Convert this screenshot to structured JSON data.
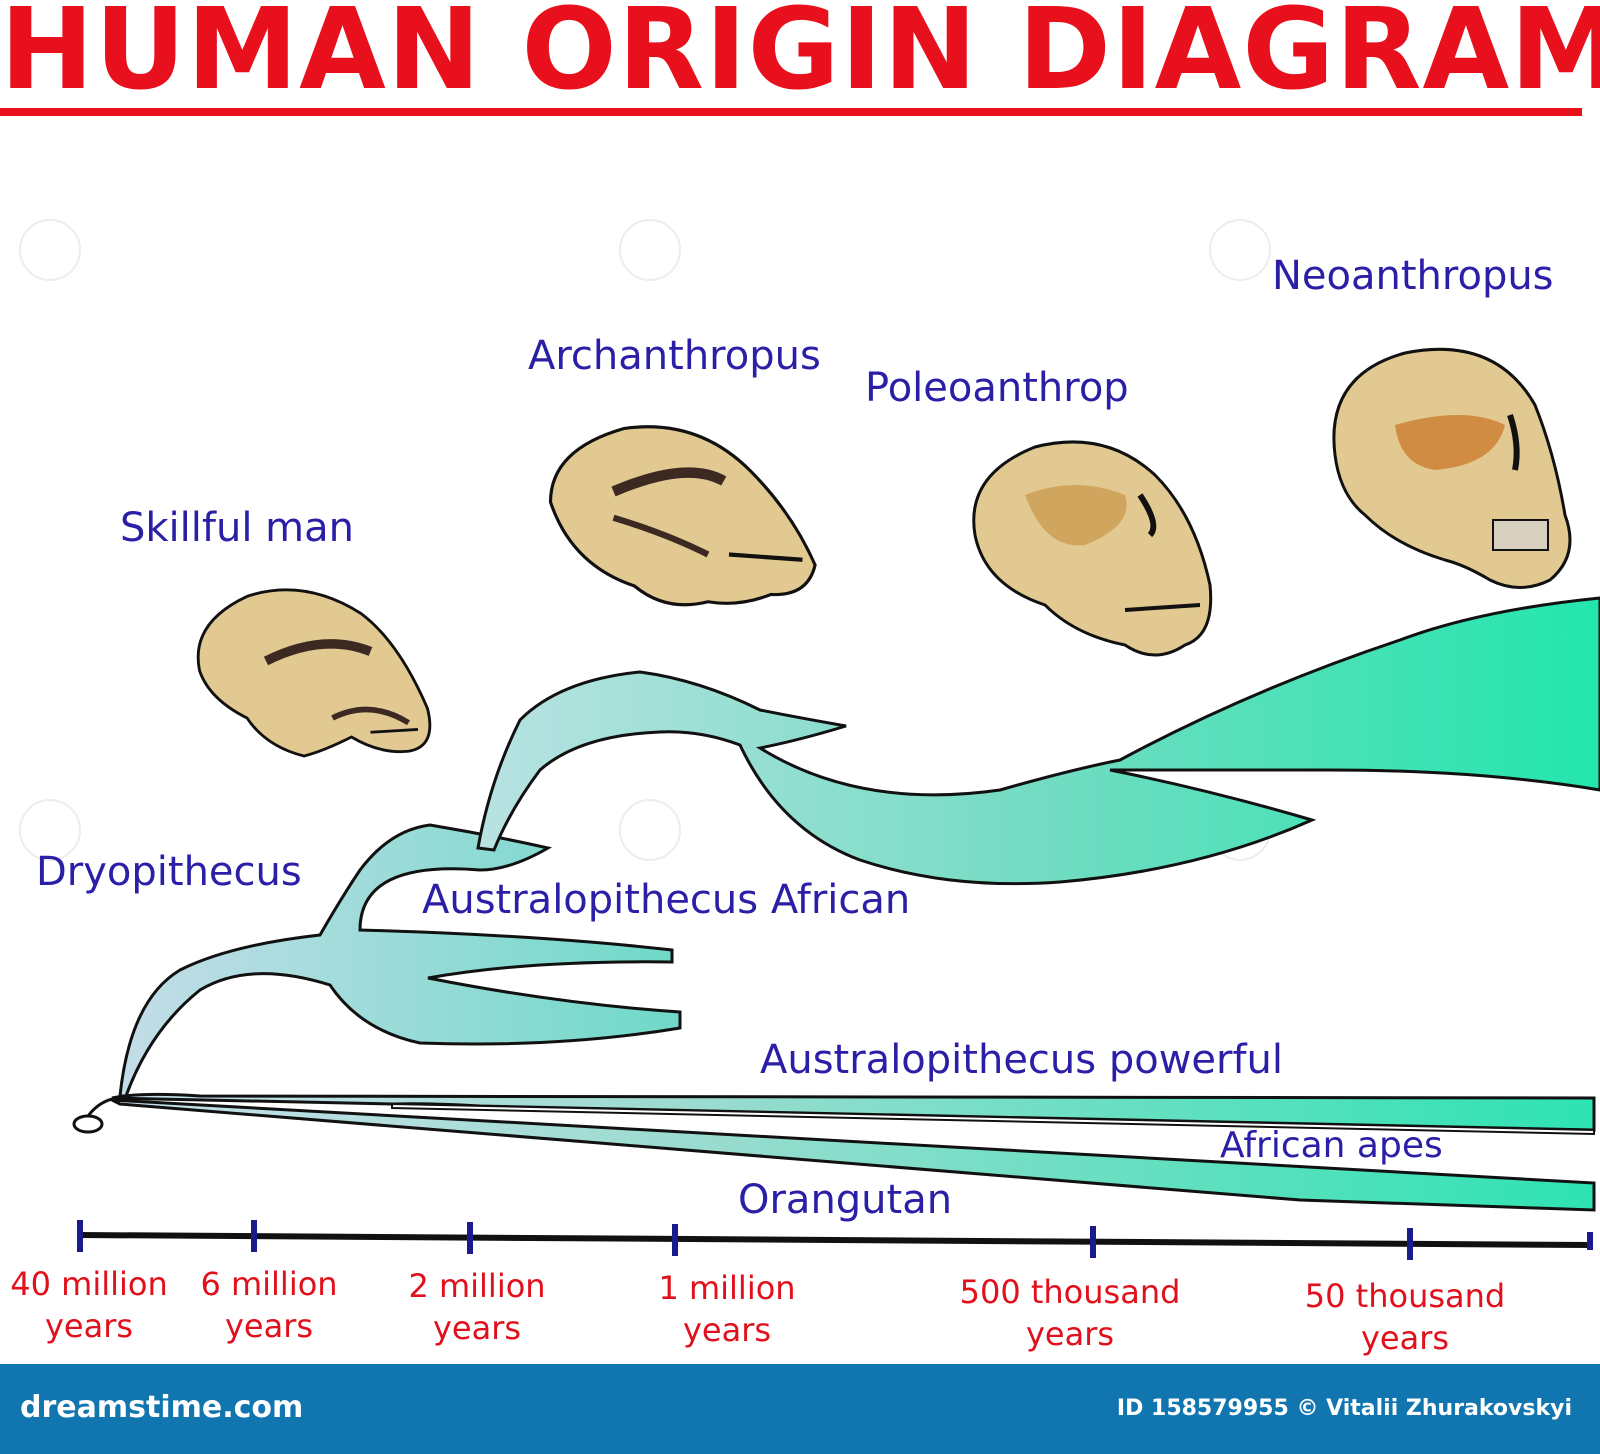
{
  "title": "HUMAN ORIGIN DIAGRAM",
  "colors": {
    "title": "#e8101c",
    "species_label": "#2a1fa6",
    "time_label": "#e0101c",
    "branch_light": "#c6e0ea",
    "branch_dark": "#2ee3b2",
    "skull": "#e2c991",
    "footer": "#1176b0"
  },
  "species": {
    "neoanthropus": "Neoanthropus",
    "archanthropus": "Archanthropus",
    "poleoanthrop": "Poleoanthrop",
    "skillful_man": "Skillful man",
    "dryopithecus": "Dryopithecus",
    "australopithecus_african": "Australopithecus African",
    "australopithecus_powerful": "Australopithecus powerful",
    "african_apes": "African apes",
    "orangutan": "Orangutan"
  },
  "timeline": [
    {
      "line1": "40 million",
      "line2": "years"
    },
    {
      "line1": "6 million",
      "line2": "years"
    },
    {
      "line1": "2 million",
      "line2": "years"
    },
    {
      "line1": "1 million",
      "line2": "years"
    },
    {
      "line1": "500 thousand",
      "line2": "years"
    },
    {
      "line1": "50 thousand",
      "line2": "years"
    }
  ],
  "icons": {
    "skulls": [
      "skull-icon",
      "skull-icon",
      "skull-icon",
      "skull-icon"
    ],
    "watermark": "spiral-icon"
  },
  "footer": {
    "site": "dreamstime.com",
    "credit": "ID 158579955 © Vitalii Zhurakovskyi"
  }
}
